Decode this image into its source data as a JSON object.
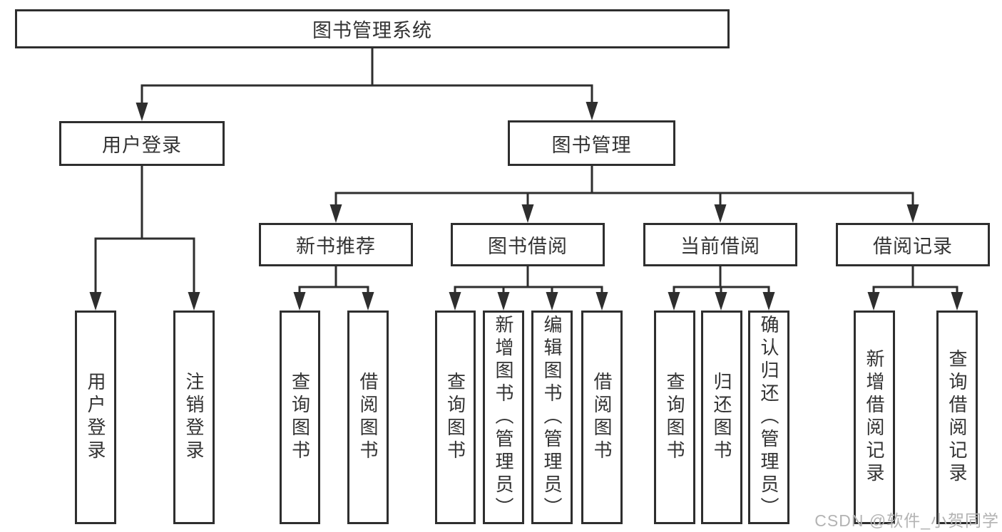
{
  "diagram": {
    "title_node": {
      "label": "图书管理系统"
    },
    "level1": {
      "user_login": {
        "label": "用户登录"
      },
      "book_management": {
        "label": "图书管理"
      }
    },
    "level2": {
      "new_book_recommend": {
        "label": "新书推荐"
      },
      "book_borrow": {
        "label": "图书借阅"
      },
      "current_borrow": {
        "label": "当前借阅"
      },
      "borrow_records": {
        "label": "借阅记录"
      }
    },
    "leaves": {
      "user_login": [
        "用户登录",
        "注销登录"
      ],
      "new_book_recommend": [
        "查询图书",
        "借阅图书"
      ],
      "book_borrow": [
        "查询图书",
        "新增图书（管理员）",
        "编辑图书（管理员）",
        "借阅图书"
      ],
      "current_borrow": [
        "查询图书",
        "归还图书",
        "确认归还（管理员）"
      ],
      "borrow_records": [
        "新增借阅记录",
        "查询借阅记录"
      ]
    },
    "watermark": "CSDN @软件_小贺同学",
    "colors": {
      "line": "#2e2e2e",
      "text": "#333333",
      "watermark": "#b3b3b3",
      "background": "#ffffff"
    }
  }
}
